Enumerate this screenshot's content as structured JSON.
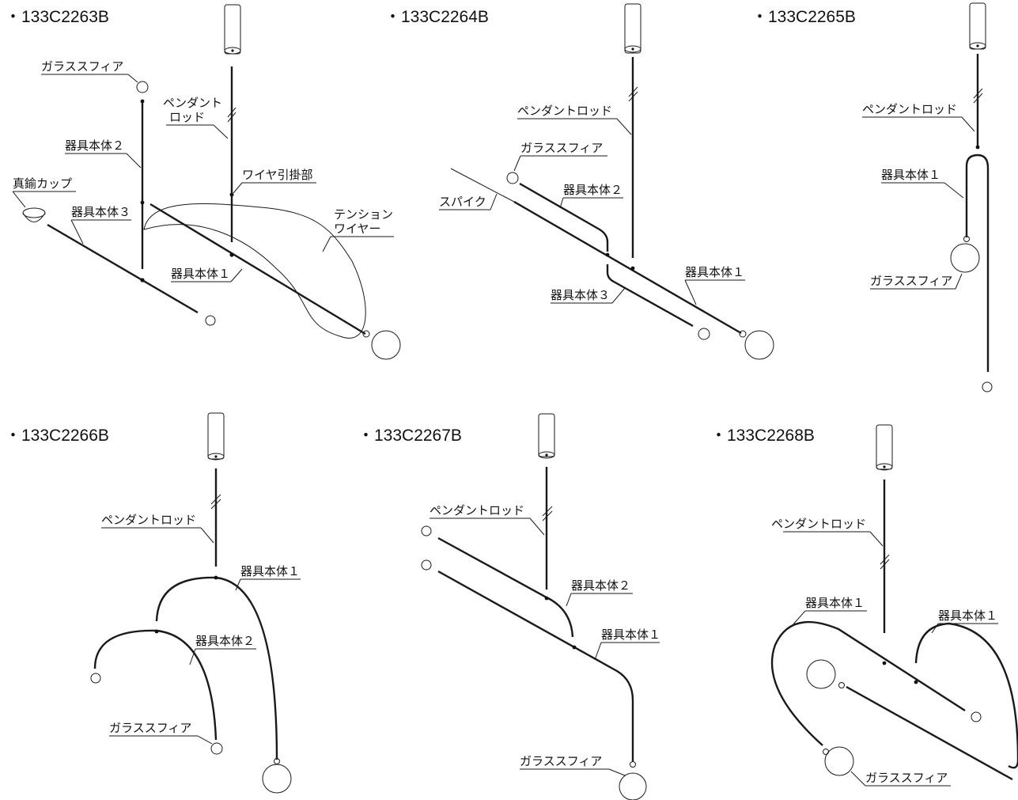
{
  "products": [
    {
      "code": "133C2263B"
    },
    {
      "code": "133C2264B"
    },
    {
      "code": "133C2265B"
    },
    {
      "code": "133C2266B"
    },
    {
      "code": "133C2267B"
    },
    {
      "code": "133C2268B"
    }
  ],
  "bullet": "・",
  "labels": {
    "glass_sphere": "ガラススフィア",
    "pendant_rod_line1": "ペンダント",
    "pendant_rod_line2": "ロッド",
    "pendant_rod": "ペンダントロッド",
    "body1": "器具本体１",
    "body2": "器具本体２",
    "body3": "器具本体３",
    "brass_cup": "真鍮カップ",
    "wire_hook": "ワイヤ引掛部",
    "tension_wire_line1": "テンション",
    "tension_wire_line2": "ワイヤー",
    "spike": "スパイク"
  }
}
